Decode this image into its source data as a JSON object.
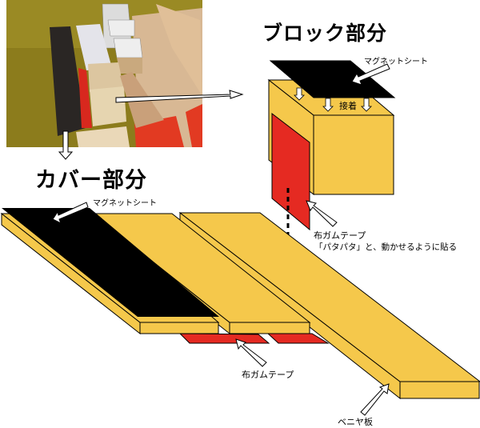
{
  "titles": {
    "block": "ブロック部分",
    "cover": "カバー部分"
  },
  "block_labels": {
    "magnet_sheet": "マグネットシート",
    "glue": "接着",
    "cloth_tape": "布ガムテープ",
    "tape_note": "「パタパタ」と、動かせるように貼る"
  },
  "cover_labels": {
    "magnet_sheet": "マグネットシート",
    "cloth_tape": "布ガムテープ",
    "plywood": "ベニヤ板"
  },
  "colors": {
    "wood": "#f5c84b",
    "tape": "#e52a22",
    "magnet": "#000000",
    "photo_bg": "#8c7c1c"
  }
}
